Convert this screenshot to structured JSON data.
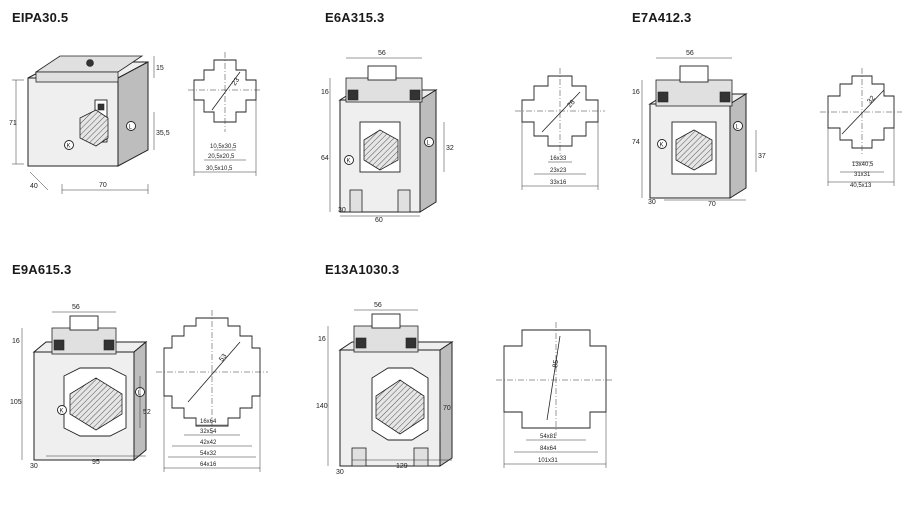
{
  "models": [
    {
      "name": "EIPA30.5",
      "front_dims": [
        "71",
        "40",
        "70",
        "15",
        "35,5"
      ],
      "hole_dia": "23",
      "hole_sizes": [
        "10,5x30,5",
        "20,5x20,5",
        "30,5x10,5"
      ]
    },
    {
      "name": "E6A315.3",
      "front_dims": [
        "16",
        "64",
        "56",
        "32",
        "30",
        "60"
      ],
      "hole_dia": "28",
      "hole_sizes": [
        "16x33",
        "23x23",
        "33x16"
      ]
    },
    {
      "name": "E7A412.3",
      "front_dims": [
        "16",
        "74",
        "56",
        "37",
        "30",
        "70"
      ],
      "hole_dia": "32",
      "hole_sizes": [
        "13x40,5",
        "31x31",
        "40,5x13"
      ]
    },
    {
      "name": "E9A615.3",
      "front_dims": [
        "16",
        "105",
        "56",
        "52",
        "30",
        "95"
      ],
      "hole_dia": "53",
      "hole_sizes": [
        "16x64",
        "32x54",
        "42x42",
        "54x32",
        "64x16"
      ]
    },
    {
      "name": "E13A1030.3",
      "front_dims": [
        "16",
        "140",
        "56",
        "70",
        "30",
        "129"
      ],
      "hole_dia": "85",
      "hole_sizes": [
        "54x81",
        "84x64",
        "101x31"
      ]
    }
  ],
  "terminal_labels": {
    "k": "K",
    "l": "L"
  }
}
